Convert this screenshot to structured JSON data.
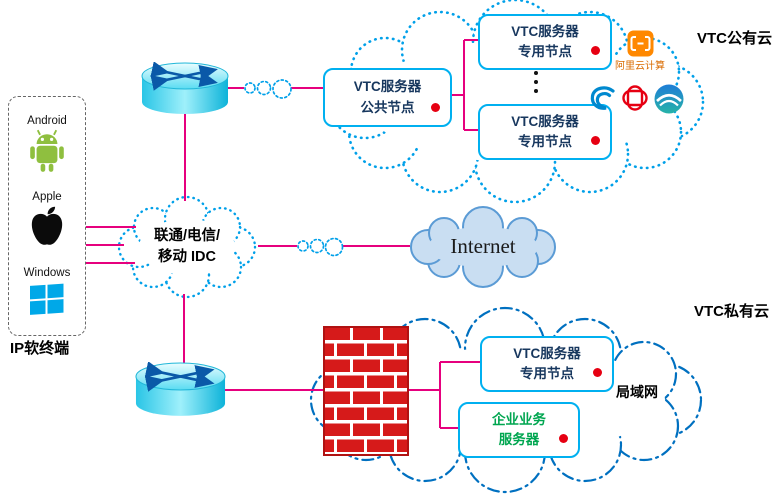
{
  "labels": {
    "public_cloud": "VTC公有云",
    "private_cloud": "VTC私有云",
    "ip_terminal": "IP软终端",
    "lan": "局域网",
    "internet": "Internet"
  },
  "device_panel": {
    "items": [
      {
        "name": "android",
        "label": "Android"
      },
      {
        "name": "apple",
        "label": "Apple"
      },
      {
        "name": "windows",
        "label": "Windows"
      }
    ]
  },
  "idc_cloud": {
    "line1": "联通/电信/",
    "line2": "移动 IDC"
  },
  "public_cloud": {
    "public_node": {
      "line1": "VTC服务器",
      "line2": "公共节点"
    },
    "dedicated_node_top": {
      "line1": "VTC服务器",
      "line2": "专用节点"
    },
    "dedicated_node_bottom": {
      "line1": "VTC服务器",
      "line2": "专用节点"
    },
    "alibaba_label": "阿里云计算"
  },
  "private_cloud": {
    "dedicated_node": {
      "line1": "VTC服务器",
      "line2": "专用节点"
    },
    "enterprise_server": {
      "line1": "企业业务",
      "line2": "服务器"
    }
  },
  "colors": {
    "connector": "#e6007e",
    "cloud_stroke": "#00a0e9",
    "private_cloud_stroke": "#0070c0",
    "box_border": "#00b0f0",
    "status_dot": "#e60012",
    "enterprise_text": "#00a650",
    "firewall_brick": "#d61a1a"
  }
}
